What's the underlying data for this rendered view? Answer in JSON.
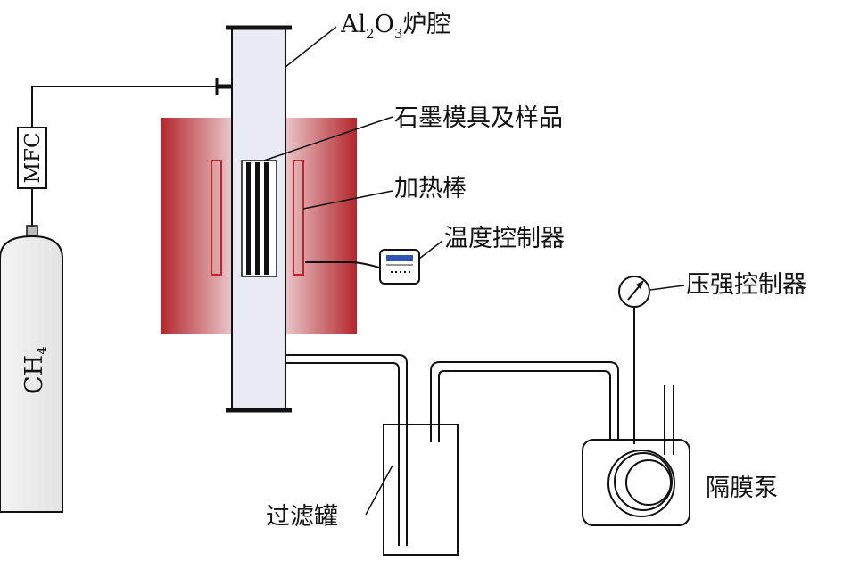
{
  "labels": {
    "furnace_tube": {
      "main": "Al",
      "sub1": "2",
      "mid": "O",
      "sub2": "3",
      "tail": "炉腔"
    },
    "graphite_mold": "石墨模具及样品",
    "heating_rod": "加热棒",
    "temp_controller": "温度控制器",
    "pressure_controller": "压强控制器",
    "diaphragm_pump": "隔膜泵",
    "filter_tank": "过滤罐",
    "mfc": "MFC",
    "gas_cylinder": {
      "main": "CH",
      "sub": "4"
    }
  },
  "colors": {
    "heater_dark": "#b3262c",
    "heater_light": "#e7c4c6",
    "tube_fill": "#e9eaf4",
    "line": "#111111",
    "display_blue": "#2f57b8"
  }
}
